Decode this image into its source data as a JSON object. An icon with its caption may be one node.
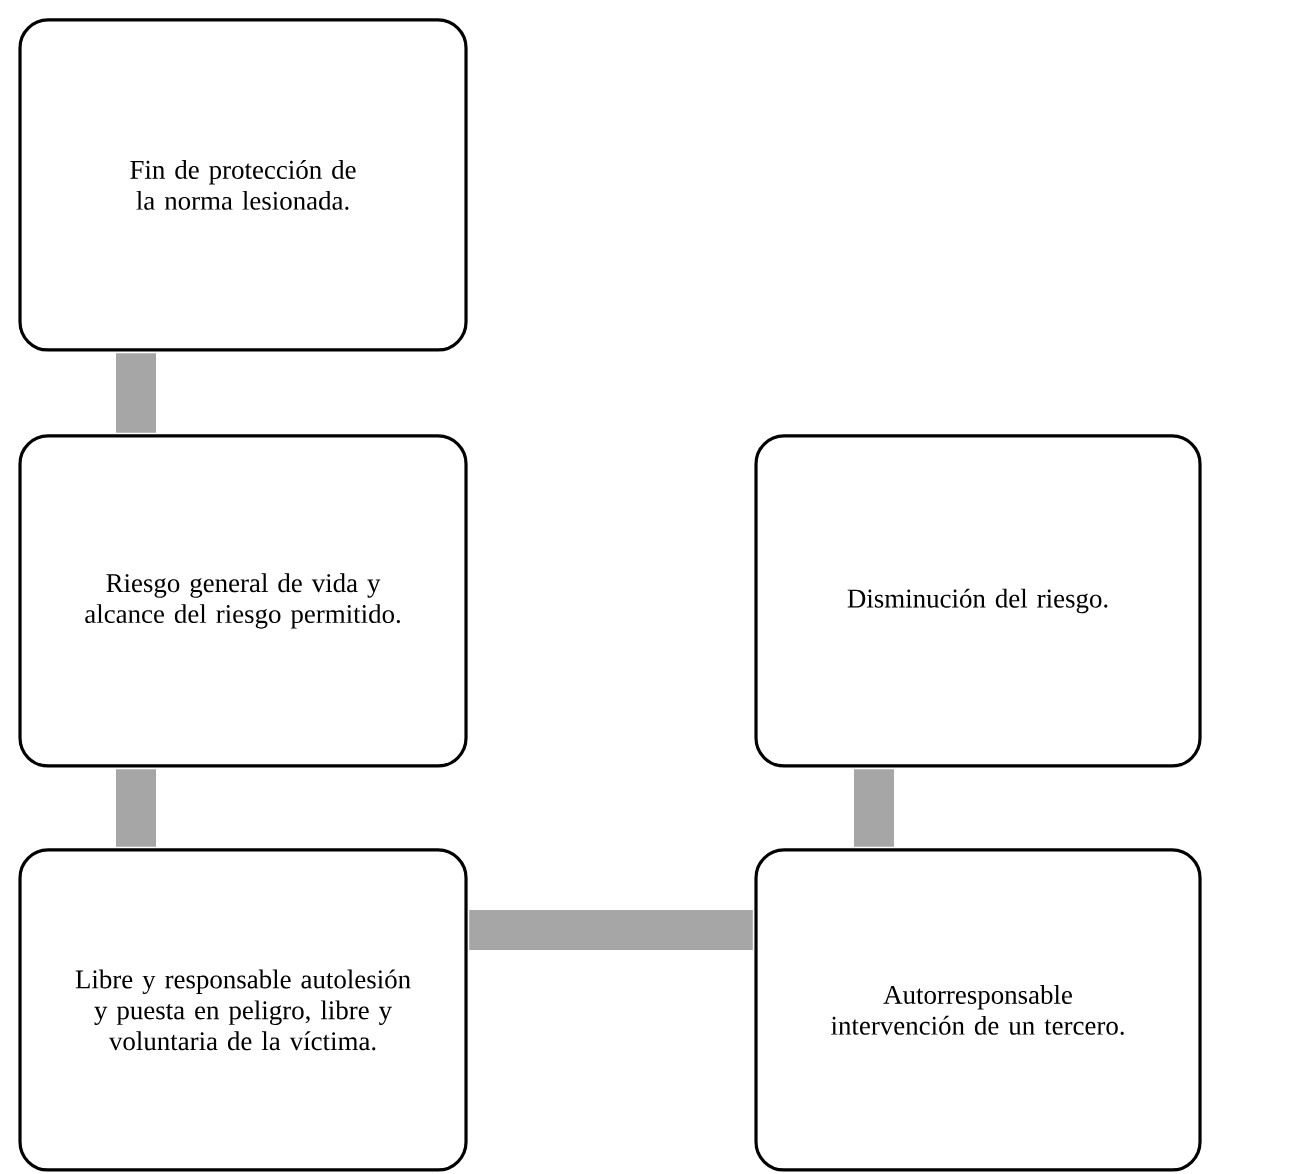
{
  "diagram": {
    "nodes": [
      {
        "text": [
          "Fin de protección de la norma lesionada."
        ]
      },
      {
        "text": [
          "Riesgo general de vida y alcance del riesgo permitido."
        ]
      },
      {
        "text": [
          "Libre y responsable autolesión y puesta en peligro, libre y voluntaria de la víctima."
        ]
      },
      {
        "text": [
          "Disminución del riesgo."
        ]
      },
      {
        "text": [
          "Autorresponsable intervención de un tercero."
        ]
      }
    ],
    "edges": [
      {
        "from": 0,
        "to": 1,
        "arrow": "none"
      },
      {
        "from": 1,
        "to": 2,
        "arrow": "none"
      },
      {
        "from": 2,
        "to": 4,
        "arrow": "none"
      },
      {
        "from": 3,
        "to": 4,
        "arrow": "none"
      }
    ]
  }
}
